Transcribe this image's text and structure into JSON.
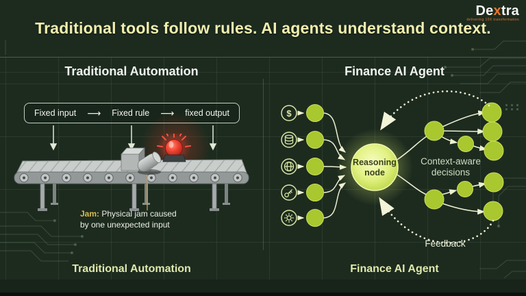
{
  "logo": {
    "part1": "De",
    "part2": "x",
    "part3": "tra",
    "tagline": "delivering 10X transformation"
  },
  "headline": "Traditional tools follow rules. AI agents understand context.",
  "left": {
    "title": "Traditional Automation",
    "flow": {
      "input": "Fixed input",
      "rule": "Fixed rule",
      "output": "fixed output",
      "arrow": "⟶"
    },
    "jam": {
      "label": "Jam:",
      "line1": " Physical jam caused",
      "line2": "by one unexpected input"
    },
    "footer": "Traditional Automation"
  },
  "right": {
    "title": "Finance AI Agent",
    "inputs": [
      {
        "icon": "dollar-icon",
        "glyph": "$"
      },
      {
        "icon": "database-icon"
      },
      {
        "icon": "globe-icon"
      },
      {
        "icon": "key-icon"
      },
      {
        "icon": "gear-icon"
      }
    ],
    "reasoning": {
      "line1": "Reasoning",
      "line2": "node"
    },
    "context": {
      "line1": "Context-aware",
      "line2": "decisions"
    },
    "feedback": "Feedback",
    "footer": "Finance AI Agent"
  },
  "colors": {
    "background": "#1d2b1f",
    "headline_yellow": "#f2efae",
    "node_green": "#a9c72e",
    "line_cream": "#eef0d2",
    "alert_red": "#e8392b",
    "jam_gold": "#d9bd4f",
    "logo_orange": "#e8762c"
  }
}
